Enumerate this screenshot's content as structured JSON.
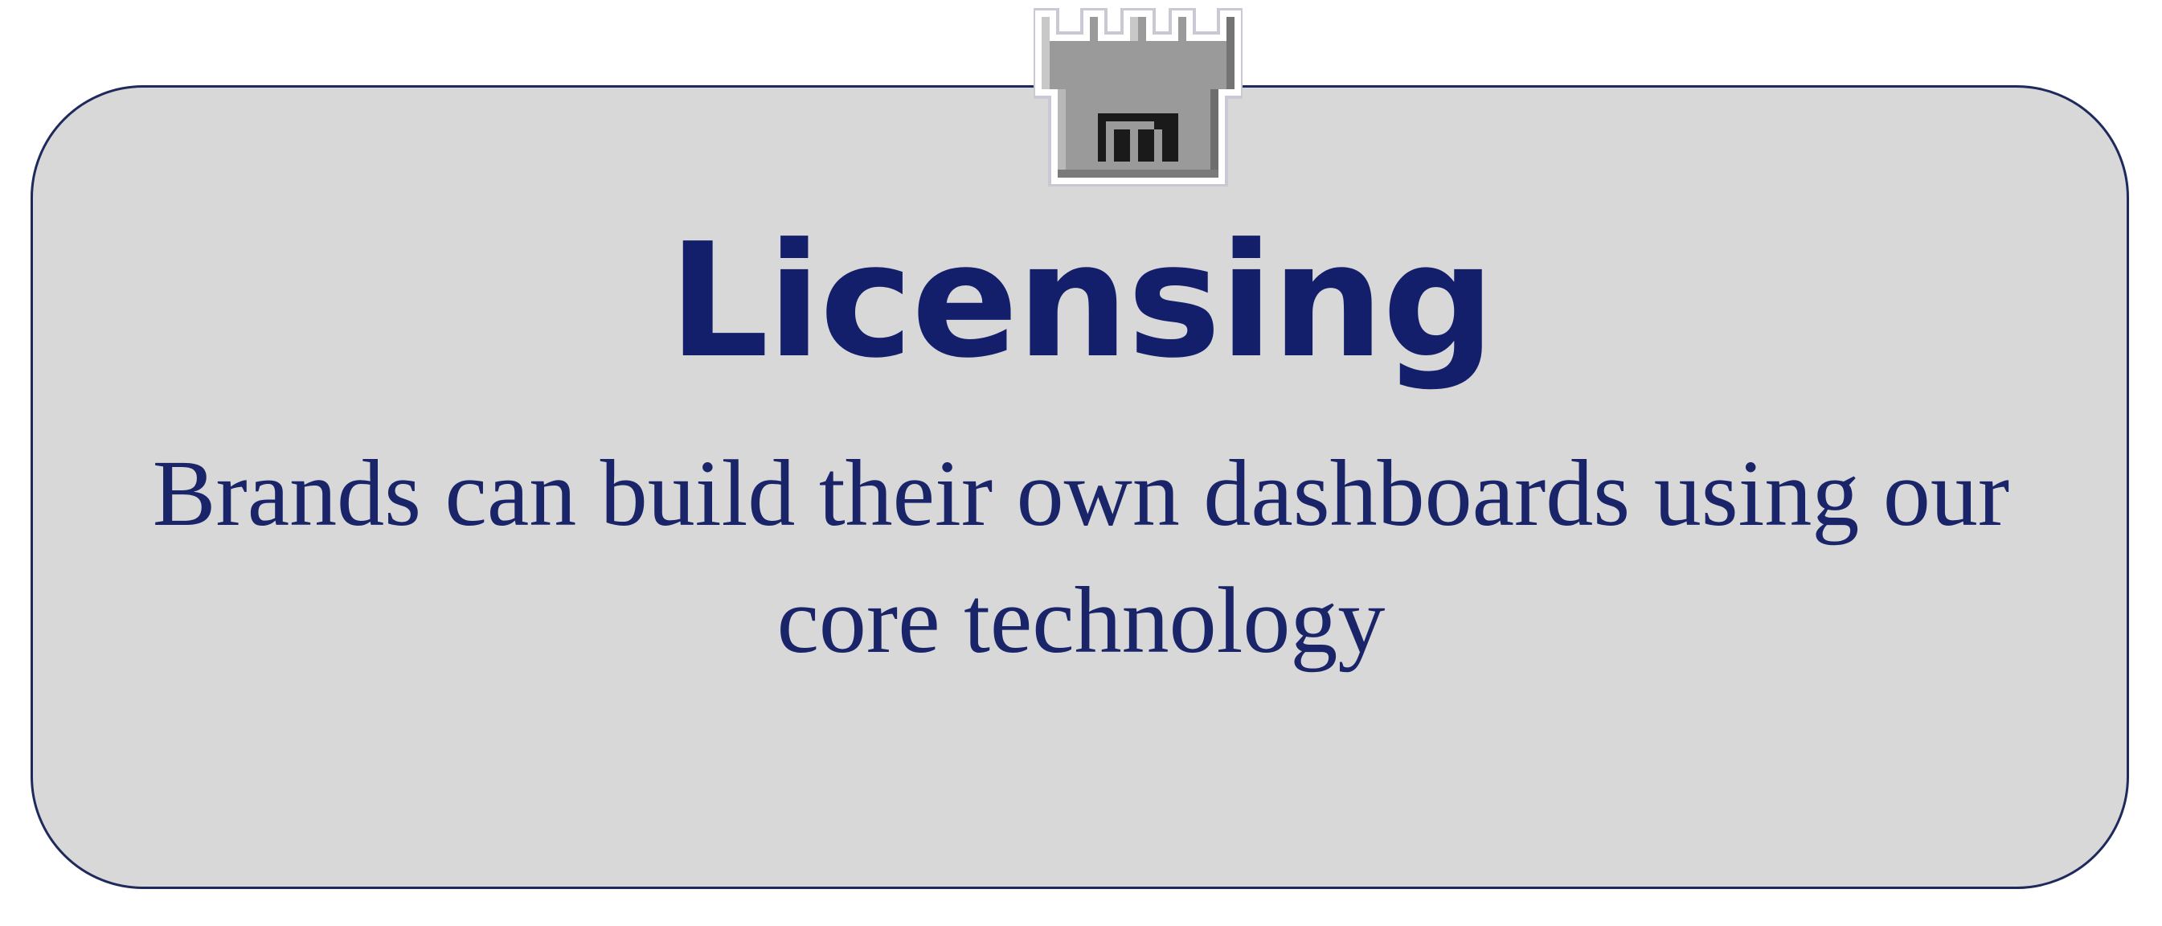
{
  "card": {
    "title": "Licensing",
    "description": "Brands can build their own dashboards using our core technology"
  },
  "logo": {
    "icon": "castle-crown-icon",
    "letter": "m"
  },
  "colors": {
    "card_background": "#d8d8d8",
    "card_border": "#1f2a5c",
    "title_text": "#141f6b",
    "body_text": "#1a2468",
    "logo_stone": "#9a9a9a"
  }
}
